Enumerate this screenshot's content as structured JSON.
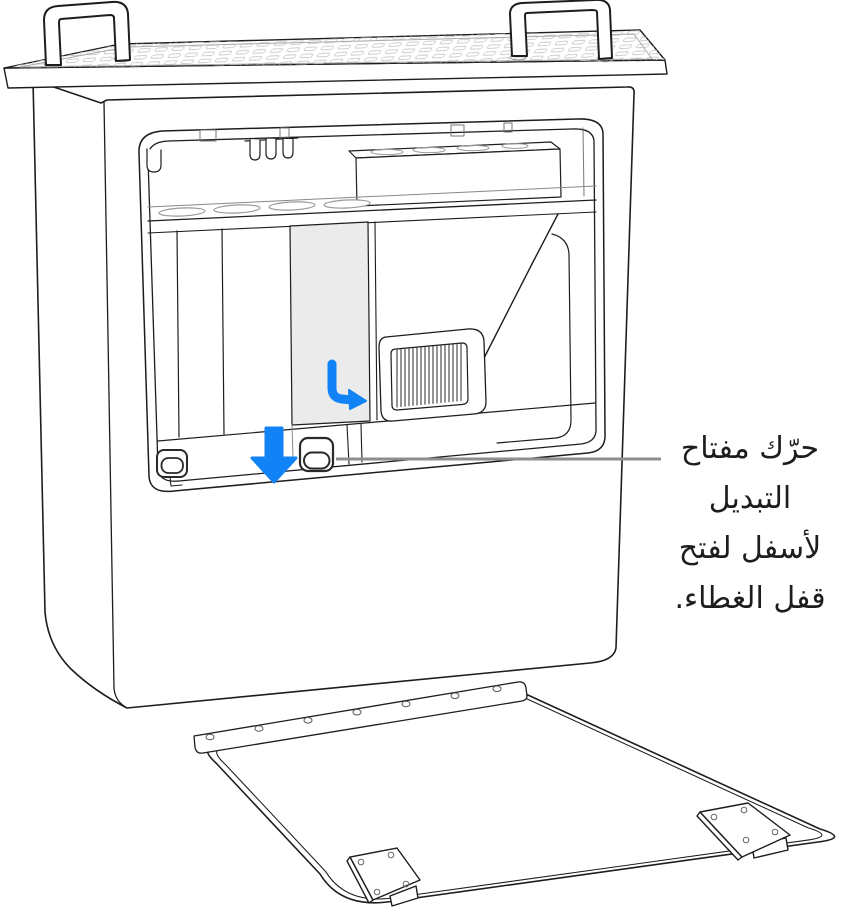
{
  "figure": {
    "caption": {
      "lines": [
        "حرّك مفتاح",
        "التبديل",
        "لأسفل لفتح",
        "قفل الغطاء."
      ],
      "full_text": "حرّك مفتاح التبديل لأسفل لفتح قفل الغطاء.",
      "direction": "rtl"
    },
    "colors": {
      "accent_blue": "#1282f7",
      "outline": "#1d1d1f",
      "callout_line": "#8e8e8e",
      "highlight_panel_gray": "#ebebeb",
      "background": "#ffffff"
    },
    "icons": {
      "down_arrow": "down-arrow-icon",
      "slide_switch_arrow": "elbow-down-arrow-icon"
    }
  }
}
